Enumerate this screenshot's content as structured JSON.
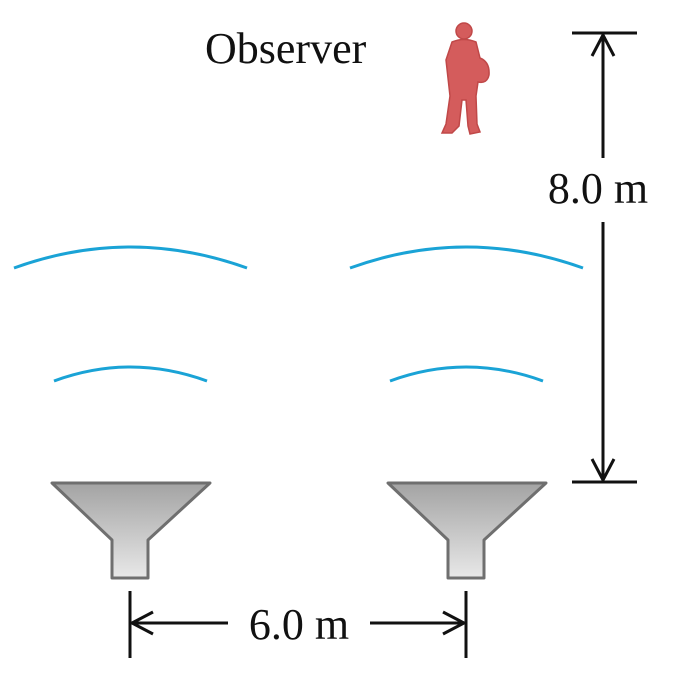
{
  "labels": {
    "observer": "Observer",
    "vertical_distance": "8.0 m",
    "horizontal_distance": "6.0 m"
  },
  "colors": {
    "wave": "#1aa3d6",
    "observer": "#d45c5c",
    "speaker_fill_top": "#a6a6a6",
    "speaker_fill_bottom": "#e6e6e6",
    "speaker_stroke": "#6f6f6f"
  }
}
